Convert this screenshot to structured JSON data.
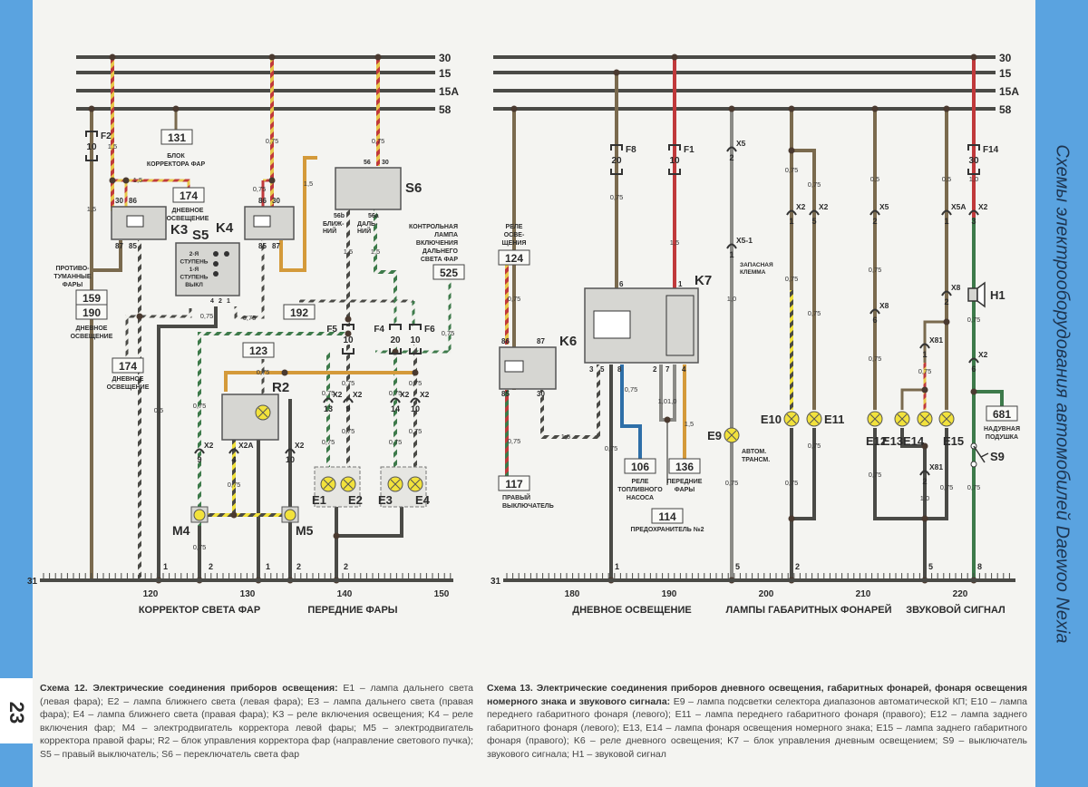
{
  "page": {
    "number": "23",
    "side_title": "Схемы электрооборудования автомобилей Daewoo Nexia"
  },
  "bus_labels": [
    "30",
    "15",
    "15A",
    "58"
  ],
  "ground_label": "31",
  "scheme12": {
    "axis_ticks": [
      "120",
      "130",
      "140",
      "150"
    ],
    "section_labels": [
      "КОРРЕКТОР СВЕТА ФАР",
      "ПЕРЕДНИЕ ФАРЫ"
    ],
    "components": {
      "F2": {
        "label": "F2",
        "rating": "10"
      },
      "F5": {
        "label": "F5",
        "rating": "10"
      },
      "F4": {
        "label": "F4",
        "rating": "20"
      },
      "F6": {
        "label": "F6",
        "rating": "10"
      },
      "K3": {
        "label": "K3",
        "pins": [
          "30",
          "86",
          "87",
          "85"
        ]
      },
      "K4": {
        "label": "K4",
        "pins": [
          "86",
          "30",
          "85",
          "87"
        ]
      },
      "S5": {
        "label": "S5",
        "text": [
          "2-Я",
          "СТУПЕНЬ",
          "1-Я",
          "СТУПЕНЬ",
          "ВЫКЛ"
        ],
        "pins": [
          "4",
          "2",
          "1"
        ]
      },
      "S6": {
        "label": "S6",
        "pins": [
          "56",
          "30",
          "56b",
          "56a"
        ],
        "sub": [
          "БЛИЖ-",
          "НИЙ",
          "ДАЛЬ-",
          "НИЙ"
        ]
      },
      "R2": {
        "label": "R2"
      },
      "M4": {
        "label": "M4"
      },
      "M5": {
        "label": "M5"
      },
      "E1": {
        "label": "E1"
      },
      "E2": {
        "label": "E2"
      },
      "E3": {
        "label": "E3"
      },
      "E4": {
        "label": "E4"
      }
    },
    "refs": [
      {
        "num": "131",
        "text": [
          "БЛОК",
          "КОРРЕКТОРА ФАР"
        ]
      },
      {
        "num": "174",
        "text": [
          "ДНЕВНОЕ",
          "ОСВЕЩЕНИЕ"
        ]
      },
      {
        "num": "159",
        "text": [
          "ПРОТИВО-",
          "ТУМАННЫЕ",
          "ФАРЫ"
        ]
      },
      {
        "num": "190",
        "text": [
          "ДНЕВНОЕ",
          "ОСВЕЩЕНИЕ"
        ]
      },
      {
        "num": "174",
        "text": [
          "ДНЕВНОЕ",
          "ОСВЕЩЕНИЕ"
        ]
      },
      {
        "num": "192",
        "text": []
      },
      {
        "num": "525",
        "text": [
          "КОНТРОЛЬНАЯ",
          "ЛАМПА",
          "ВКЛЮЧЕНИЯ",
          "ДАЛЬНЕГО",
          "СВЕТА ФАР"
        ]
      },
      {
        "num": "123",
        "text": []
      }
    ],
    "wire_sizes": [
      "1,5",
      "1,5",
      "1,5",
      "0,75",
      "0,75",
      "0,75",
      "1,5",
      "1,5",
      "1,5",
      "0,75",
      "0,75",
      "0,5",
      "0,75",
      "0,75",
      "0,75",
      "0,75",
      "0,75",
      "0,75",
      "0,75",
      "0,75",
      "0,75",
      "0,75",
      "0,75",
      "0,75",
      "0,75"
    ],
    "connectors": [
      {
        "name": "X2",
        "pin": "9"
      },
      {
        "name": "X2A",
        "pin": "4"
      },
      {
        "name": "X2",
        "pin": "10"
      },
      {
        "name": "X2",
        "pin": "13"
      },
      {
        "name": "X2",
        "pin": "9"
      },
      {
        "name": "X2",
        "pin": "14"
      },
      {
        "name": "X2",
        "pin": "10"
      }
    ],
    "ground_pins": [
      "1",
      "2",
      "1",
      "2",
      "2"
    ],
    "caption_title": "Схема 12. Электрические соединения приборов освещения:",
    "caption_body": " E1 – лампа дальнего света (левая фара); E2 – лампа ближнего света (левая фара); E3 – лампа дальнего света (правая фара); E4 – лампа ближнего света (правая фара); K3 – реле включения освещения; K4 – реле включения фар; M4 – электродвигатель корректора левой фары; M5 – электродвигатель корректора правой фары; R2 – блок управления корректора фар (направление светового пучка); S5 – правый выключатель; S6 – переключатель света фар"
  },
  "scheme13": {
    "axis_ticks": [
      "180",
      "190",
      "200",
      "210",
      "220"
    ],
    "section_labels": [
      "ДНЕВНОЕ ОСВЕЩЕНИЕ",
      "ЛАМПЫ ГАБАРИТНЫХ ФОНАРЕЙ",
      "ЗВУКОВОЙ СИГНАЛ"
    ],
    "components": {
      "F8": {
        "label": "F8",
        "rating": "20"
      },
      "F1": {
        "label": "F1",
        "rating": "10"
      },
      "F14": {
        "label": "F14",
        "rating": "30"
      },
      "K6": {
        "label": "K6",
        "pins": [
          "86",
          "87",
          "85",
          "30"
        ]
      },
      "K7": {
        "label": "K7",
        "pins": [
          "6",
          "1",
          "3",
          "5",
          "8",
          "2",
          "7",
          "4"
        ]
      },
      "E9": {
        "label": "E9",
        "note": [
          "АВТОМ.",
          "ТРАНСМ."
        ]
      },
      "E10": {
        "label": "E10"
      },
      "E11": {
        "label": "E11"
      },
      "E12": {
        "label": "E12"
      },
      "E13": {
        "label": "E13"
      },
      "E14": {
        "label": "E14"
      },
      "E15": {
        "label": "E15"
      },
      "H1": {
        "label": "H1"
      },
      "S9": {
        "label": "S9"
      }
    },
    "refs": [
      {
        "num": "124",
        "text": [
          "РЕЛЕ",
          "ОСВЕ-",
          "ЩЕНИЯ"
        ]
      },
      {
        "num": "117",
        "text": [
          "ПРАВЫЙ",
          "ВЫКЛЮЧАТЕЛЬ"
        ]
      },
      {
        "num": "106",
        "text": [
          "РЕЛЕ",
          "ТОПЛИВНОГО",
          "НАСОСА"
        ]
      },
      {
        "num": "136",
        "text": [
          "ПЕРЕДНИЕ",
          "ФАРЫ"
        ]
      },
      {
        "num": "114",
        "text": [
          "ПРЕДОХРАНИТЕЛЬ №2"
        ]
      },
      {
        "num": "681",
        "text": [
          "НАДУВНАЯ",
          "ПОДУШКА"
        ]
      }
    ],
    "spare_terminal": [
      "ЗАПАСНАЯ",
      "КЛЕММА"
    ],
    "connectors": [
      {
        "name": "X5",
        "pin": "2"
      },
      {
        "name": "X5-1",
        "pin": "1"
      },
      {
        "name": "X2",
        "pin": "1"
      },
      {
        "name": "X2",
        "pin": "5"
      },
      {
        "name": "X5",
        "pin": "2"
      },
      {
        "name": "X8",
        "pin": "6"
      },
      {
        "name": "X5A",
        "pin": "1"
      },
      {
        "name": "X8",
        "pin": "2"
      },
      {
        "name": "X81",
        "pin": "1"
      },
      {
        "name": "X81",
        "pin": "2"
      },
      {
        "name": "X2",
        "pin": "3"
      },
      {
        "name": "X2",
        "pin": "6"
      }
    ],
    "ground_pins": [
      "1",
      "5",
      "2",
      "5",
      "8"
    ],
    "caption_title": "Схема 13. Электрические соединения приборов дневного освещения, габаритных фонарей, фонаря освещения номерного знака и звукового сигнала:",
    "caption_body": " E9 – лампа подсветки селектора диапазонов автоматической КП; E10 – лампа переднего габаритного фонаря (левого); E11 – лампа переднего габаритного фонаря (правого); E12 – лампа заднего габаритного фонаря (левого); E13, E14 – лампа фонаря освещения номерного знака; E15 – лампа заднего габаритного фонаря (правого); K6 – реле дневного освещения; K7 – блок управления дневным освещением; S9 – выключатель звукового сигнала; H1 – звуковой сигнал"
  },
  "colors": {
    "bus": "#4a4a46",
    "red": "#c0393b",
    "yellow": "#e8c84a",
    "green": "#3d7a4a",
    "brown": "#7a6a4e",
    "orange": "#d49a3a",
    "blue": "#2e6fa8",
    "grey": "#8a8a86",
    "lamp": "#f2e23c",
    "box": "#d6d6d2",
    "strip": "#5aa3e0"
  }
}
